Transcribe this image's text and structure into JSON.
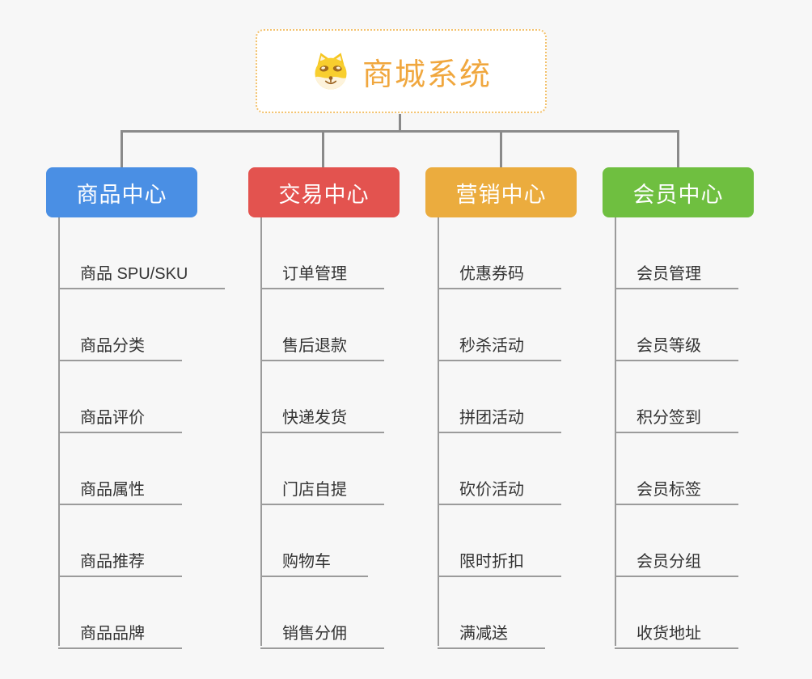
{
  "canvas": {
    "background": "#F7F7F7"
  },
  "root": {
    "title": "商城系统",
    "icon": "doge-icon",
    "title_color": "#F0A73E",
    "border_color": "#F3C26E"
  },
  "connector_color": "#8A8A8A",
  "item_line_color": "#9B9B9B",
  "item_text_color": "#333333",
  "branches": [
    {
      "id": "product-center",
      "label": "商品中心",
      "color": "#4A8FE4",
      "items": [
        "商品 SPU/SKU",
        "商品分类",
        "商品评价",
        "商品属性",
        "商品推荐",
        "商品品牌"
      ]
    },
    {
      "id": "trade-center",
      "label": "交易中心",
      "color": "#E3534F",
      "items": [
        "订单管理",
        "售后退款",
        "快递发货",
        "门店自提",
        "购物车",
        "销售分佣"
      ]
    },
    {
      "id": "marketing-center",
      "label": "营销中心",
      "color": "#EBAC3E",
      "items": [
        "优惠券码",
        "秒杀活动",
        "拼团活动",
        "砍价活动",
        "限时折扣",
        "满减送"
      ]
    },
    {
      "id": "member-center",
      "label": "会员中心",
      "color": "#6FBF40",
      "items": [
        "会员管理",
        "会员等级",
        "积分签到",
        "会员标签",
        "会员分组",
        "收货地址"
      ]
    }
  ]
}
